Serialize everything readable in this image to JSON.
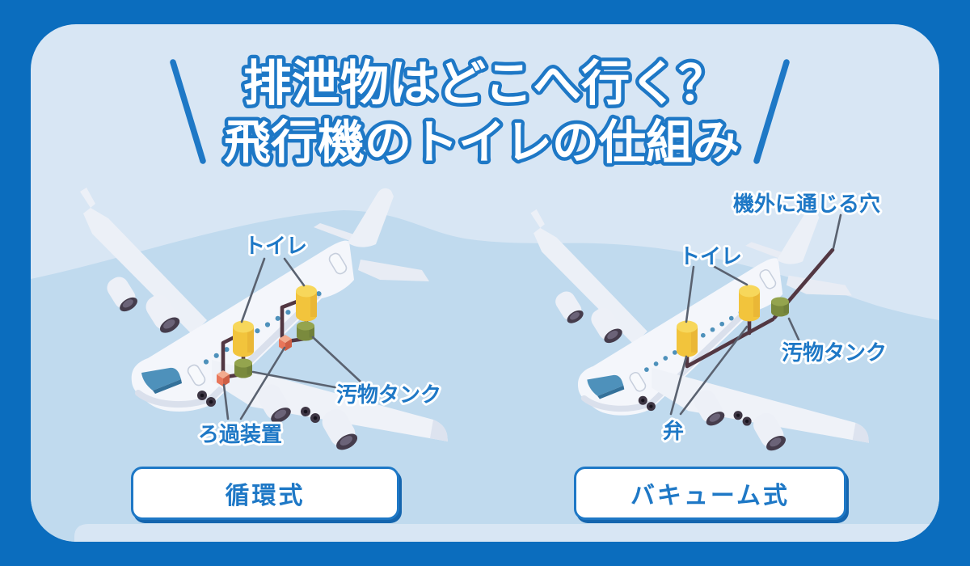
{
  "title": {
    "line1": "排泄物はどこへ行く？",
    "line2": "飛行機のトイレの仕組み"
  },
  "left_diagram": {
    "caption": "循環式",
    "labels": {
      "toilet": "トイレ",
      "waste_tank": "汚物タンク",
      "filter": "ろ過装置"
    }
  },
  "right_diagram": {
    "caption": "バキューム式",
    "labels": {
      "outside_hole": "機外に通じる穴",
      "toilet": "トイレ",
      "waste_tank": "汚物タンク",
      "valve": "弁"
    }
  },
  "colors": {
    "outer-bg": "#0B6DBE",
    "panel-bg": "#D8E6F4",
    "wave": "#C0DAEE",
    "accent": "#1E78C6",
    "accent-dark": "#1565AE",
    "leader-line": "#5A6270",
    "pipe": "#523742",
    "toilet-yellow": "#F2C43C",
    "toilet-yellow-top": "#F7D75B",
    "tank-green": "#7A8A3D",
    "tank-green-top": "#94A44E",
    "filter-orange-top": "#F3AB8E",
    "filter-orange-front": "#E8765A",
    "filter-orange-side": "#CE5F45",
    "plane-body": "#F4F6FB",
    "plane-shade": "#DAE0EC",
    "cockpit-blue": "#4E91BB"
  }
}
